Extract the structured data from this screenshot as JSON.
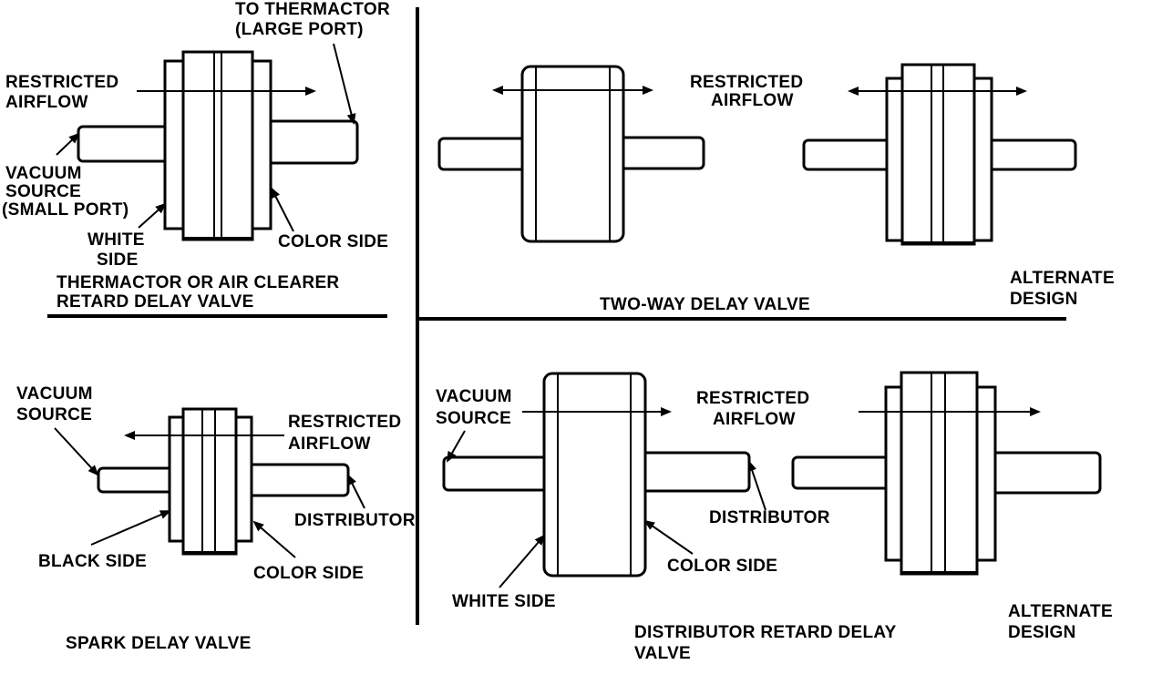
{
  "quadrants": {
    "thermactor": {
      "to_thermactor_1": "TO THERMACTOR",
      "to_thermactor_2": "(LARGE PORT)",
      "restricted_1": "RESTRICTED",
      "restricted_2": "AIRFLOW",
      "vacuum_1": "VACUUM",
      "vacuum_2": "SOURCE",
      "vacuum_3": "(SMALL PORT)",
      "white_1": "WHITE",
      "white_2": "SIDE",
      "color_side": "COLOR SIDE",
      "title_1": "THERMACTOR OR AIR CLEARER",
      "title_2": "RETARD DELAY VALVE"
    },
    "two_way": {
      "restricted_1": "RESTRICTED",
      "restricted_2": "AIRFLOW",
      "title": "TWO-WAY DELAY VALVE",
      "alternate_1": "ALTERNATE",
      "alternate_2": "DESIGN"
    },
    "spark": {
      "vacuum_1": "VACUUM",
      "vacuum_2": "SOURCE",
      "restricted_1": "RESTRICTED",
      "restricted_2": "AIRFLOW",
      "distributor": "DISTRIBUTOR",
      "black_side": "BLACK SIDE",
      "color_side": "COLOR SIDE",
      "title": "SPARK DELAY VALVE"
    },
    "distributor_retard": {
      "vacuum_1": "VACUUM",
      "vacuum_2": "SOURCE",
      "restricted_1": "RESTRICTED",
      "restricted_2": "AIRFLOW",
      "distributor": "DISTRIBUTOR",
      "color_side": "COLOR SIDE",
      "white_side": "WHITE SIDE",
      "title_1": "DISTRIBUTOR RETARD DELAY",
      "title_2": "VALVE",
      "alternate_1": "ALTERNATE",
      "alternate_2": "DESIGN"
    }
  }
}
